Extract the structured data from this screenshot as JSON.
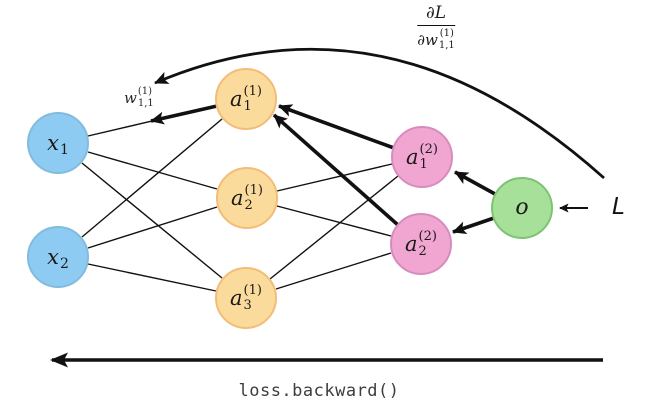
{
  "diagram": {
    "title_hint": "neural network backpropagation diagram",
    "nodes": [
      {
        "id": "x1",
        "base": "x",
        "sub": "1",
        "sup": ""
      },
      {
        "id": "x2",
        "base": "x",
        "sub": "2",
        "sup": ""
      },
      {
        "id": "a1_1",
        "base": "a",
        "sub": "1",
        "sup": "(1)"
      },
      {
        "id": "a2_1",
        "base": "a",
        "sub": "2",
        "sup": "(1)"
      },
      {
        "id": "a3_1",
        "base": "a",
        "sub": "3",
        "sup": "(1)"
      },
      {
        "id": "a1_2",
        "base": "a",
        "sub": "1",
        "sup": "(2)"
      },
      {
        "id": "a2_2",
        "base": "a",
        "sub": "2",
        "sup": "(2)"
      },
      {
        "id": "o",
        "base": "o",
        "sub": "",
        "sup": ""
      }
    ],
    "labels": {
      "weight": {
        "base": "w",
        "sub": "1,1",
        "sup": "(1)"
      },
      "gradient": {
        "numerator": "∂L",
        "den_base": "∂w",
        "den_sub": "1,1",
        "den_sup": "(1)"
      },
      "loss": "L",
      "backward_code": "loss.backward()"
    },
    "forward_edges": [
      [
        "x1",
        "a1_1"
      ],
      [
        "x1",
        "a2_1"
      ],
      [
        "x1",
        "a3_1"
      ],
      [
        "x2",
        "a1_1"
      ],
      [
        "x2",
        "a2_1"
      ],
      [
        "x2",
        "a3_1"
      ],
      [
        "a1_1",
        "a1_2"
      ],
      [
        "a1_1",
        "a2_2"
      ],
      [
        "a2_1",
        "a1_2"
      ],
      [
        "a2_1",
        "a2_2"
      ],
      [
        "a3_1",
        "a1_2"
      ],
      [
        "a3_1",
        "a2_2"
      ]
    ],
    "backward_arrows": [
      [
        "L",
        "o"
      ],
      [
        "o",
        "a1_2"
      ],
      [
        "o",
        "a2_2"
      ],
      [
        "a1_2",
        "a1_1"
      ],
      [
        "a2_2",
        "a1_1"
      ],
      [
        "a1_1",
        "w1_1"
      ]
    ],
    "colors": {
      "input_fill": "#8DCBF2",
      "input_stroke": "#83BBDE",
      "hidden_fill": "#FBDB9C",
      "hidden_stroke": "#F3BC77",
      "layer2_fill": "#F0A6D1",
      "layer2_stroke": "#D78CBE",
      "output_fill": "#A6E099",
      "output_stroke": "#7CC474",
      "edge": "#111111",
      "code_text": "#3D3D3D"
    }
  }
}
